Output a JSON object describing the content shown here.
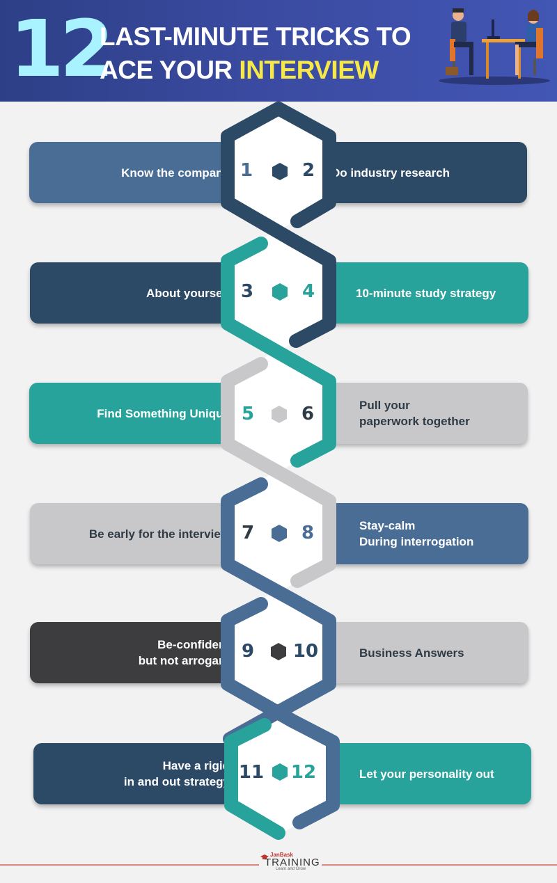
{
  "header": {
    "big_number": "12",
    "line1": "LAST-MINUTE TRICKS TO",
    "line2_plain": "ACE YOUR",
    "line2_accent": "INTERVIEW",
    "illustration": "interview-illustration"
  },
  "colors": {
    "header_bg": "#3a4aa0",
    "big_number": "#a8f3ff",
    "accent_yellow": "#f7e84a",
    "steel_blue": "#4a6d95",
    "navy": "#2c4a66",
    "teal": "#27a39c",
    "gray": "#c8c8ca",
    "charcoal": "#3d3d3f"
  },
  "tips": [
    {
      "left_num": "1",
      "left_text": "Know the company",
      "right_num": "2",
      "right_text": "Do industry research"
    },
    {
      "left_num": "3",
      "left_text": "About yourself",
      "right_num": "4",
      "right_text": "10-minute study strategy"
    },
    {
      "left_num": "5",
      "left_text": "Find Something Unique",
      "right_num": "6",
      "right_text": "Pull your\npaperwork together"
    },
    {
      "left_num": "7",
      "left_text": "Be early for the interview",
      "right_num": "8",
      "right_text": "Stay-calm\nDuring interrogation"
    },
    {
      "left_num": "9",
      "left_text": "Be-confident\nbut not arrogant",
      "right_num": "10",
      "right_text": "Business Answers"
    },
    {
      "left_num": "11",
      "left_text": "Have a rigid\nin and out strategy",
      "right_num": "12",
      "right_text": "Let your personality out"
    }
  ],
  "footer": {
    "brand_small": "JanBask",
    "brand_name": "TRAINING",
    "tagline": "Learn and Grow"
  }
}
